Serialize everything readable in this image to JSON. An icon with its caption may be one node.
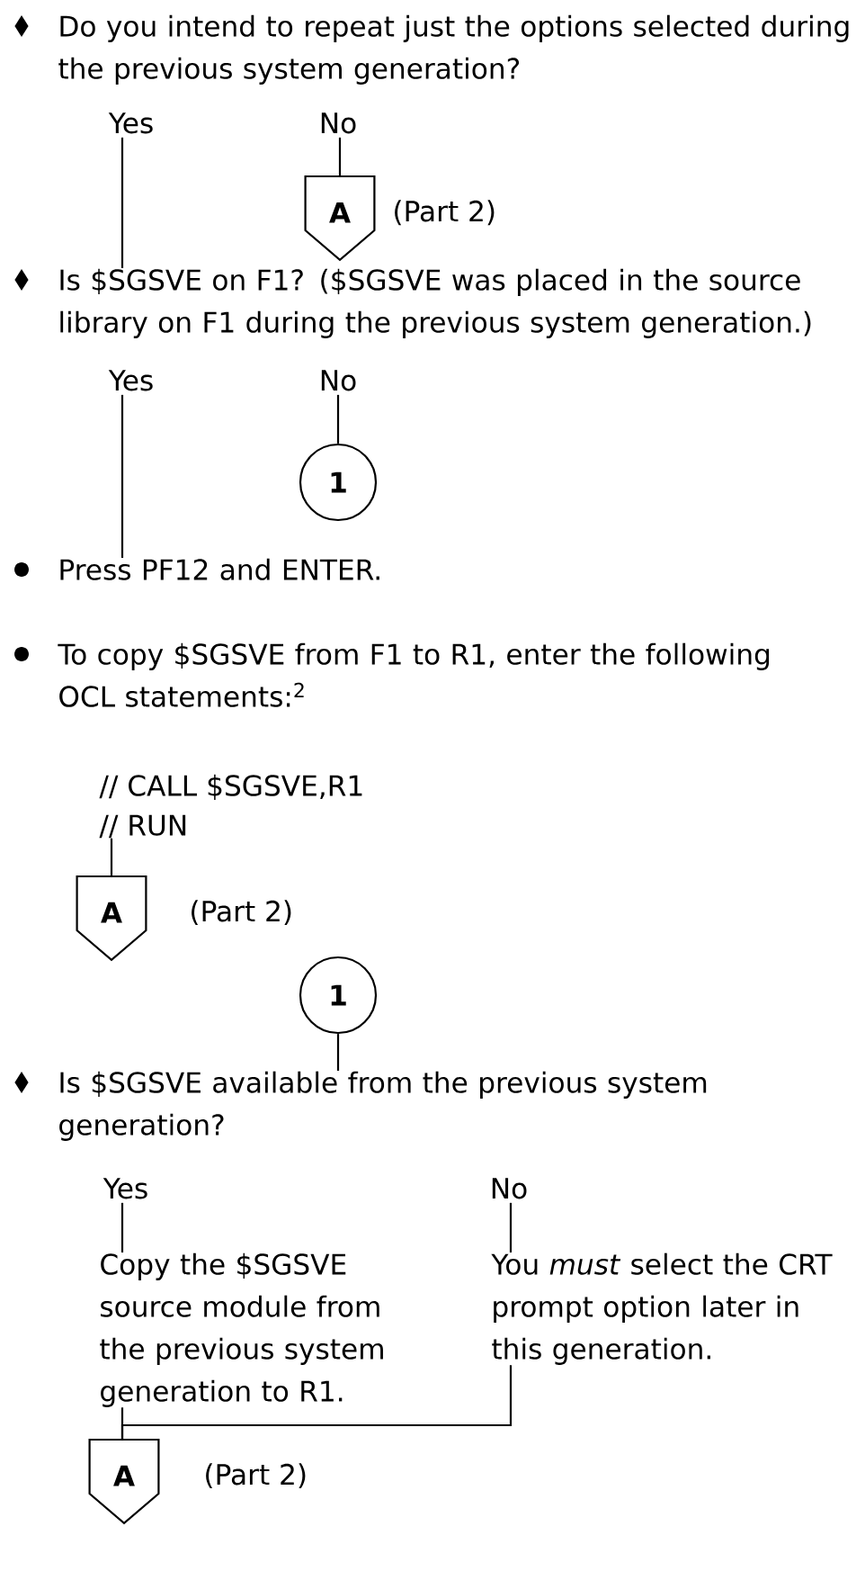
{
  "diagram": {
    "nodes": [
      {
        "text": [
          "Do you intend to repeat just the options selected during the previous system generation?"
        ]
      },
      {
        "text": [
          "Yes"
        ]
      },
      {
        "text": [
          "No"
        ]
      },
      {
        "text": [
          "A"
        ],
        "beside": [
          "(Part 2)"
        ]
      },
      {
        "text": [
          "Is $SGSVE on F1? ($SGSVE was placed in the source library on F1 during the previous system generation.)"
        ]
      },
      {
        "text": [
          "Yes"
        ]
      },
      {
        "text": [
          "No"
        ]
      },
      {
        "text": [
          "1"
        ]
      },
      {
        "text": [
          "Press PF12 and ENTER."
        ]
      },
      {
        "text": [
          "To copy $SGSVE from F1 to R1, enter the following OCL statements:$^{2}$"
        ]
      },
      {
        "text": [
          "// CALL $SGSVE,R1",
          "// RUN"
        ]
      },
      {
        "text": [
          "A"
        ],
        "beside": [
          "(Part 2)"
        ]
      },
      {
        "text": [
          "1"
        ]
      },
      {
        "text": [
          "Is $SGSVE available from the previous system generation?"
        ]
      },
      {
        "text": [
          "Yes"
        ]
      },
      {
        "text": [
          "No"
        ]
      },
      {
        "text": [
          "Copy the $SGSVE source module from the previous system generation to R1."
        ]
      },
      {
        "text": [
          "You *must* select the CRT prompt option later in this generation."
        ]
      },
      {
        "text": [
          "A"
        ],
        "beside": [
          "(Part 2)"
        ]
      }
    ],
    "edges": [
      {
        "from": 1,
        "to": 4,
        "arrow": "none"
      },
      {
        "from": 2,
        "to": 3,
        "arrow": "none"
      },
      {
        "from": 5,
        "to": 8,
        "arrow": "none"
      },
      {
        "from": 6,
        "to": 7,
        "arrow": "none"
      },
      {
        "from": 10,
        "to": 11,
        "arrow": "none"
      },
      {
        "from": 12,
        "to": 13,
        "arrow": "none"
      },
      {
        "from": 14,
        "to": 16,
        "arrow": "none"
      },
      {
        "from": 15,
        "to": 17,
        "arrow": "none"
      },
      {
        "from": 16,
        "to": 18,
        "arrow": "none"
      },
      {
        "from": 17,
        "to": 18,
        "arrow": "none"
      }
    ]
  }
}
